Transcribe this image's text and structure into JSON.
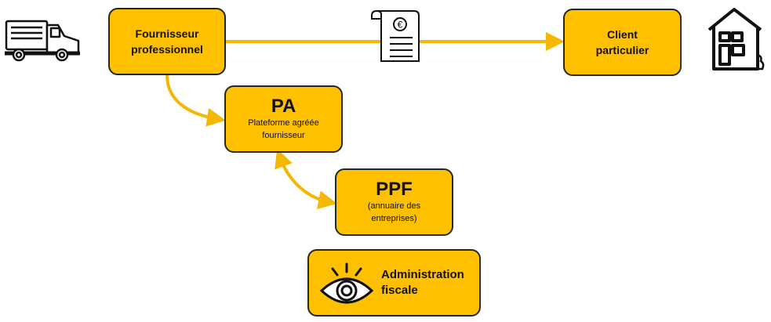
{
  "colors": {
    "box_fill": "#FFC000",
    "box_border": "#1f2a24",
    "arrow": "#F5B800",
    "icon_stroke": "#111111"
  },
  "nodes": {
    "fournisseur": {
      "line1": "Fournisseur",
      "line2": "professionnel"
    },
    "client": {
      "line1": "Client",
      "line2": "particulier"
    },
    "pa": {
      "title": "PA",
      "line1": "Plateforme agréée",
      "line2": "fournisseur"
    },
    "ppf": {
      "title": "PPF",
      "line1": "(annuaire des",
      "line2": "entreprises)"
    },
    "admin": {
      "line1": "Administration",
      "line2": "fiscale"
    }
  },
  "icons": {
    "supplier": "delivery-truck-icon",
    "invoice": "euro-invoice-icon",
    "client": "house-icon",
    "admin": "eye-icon"
  }
}
